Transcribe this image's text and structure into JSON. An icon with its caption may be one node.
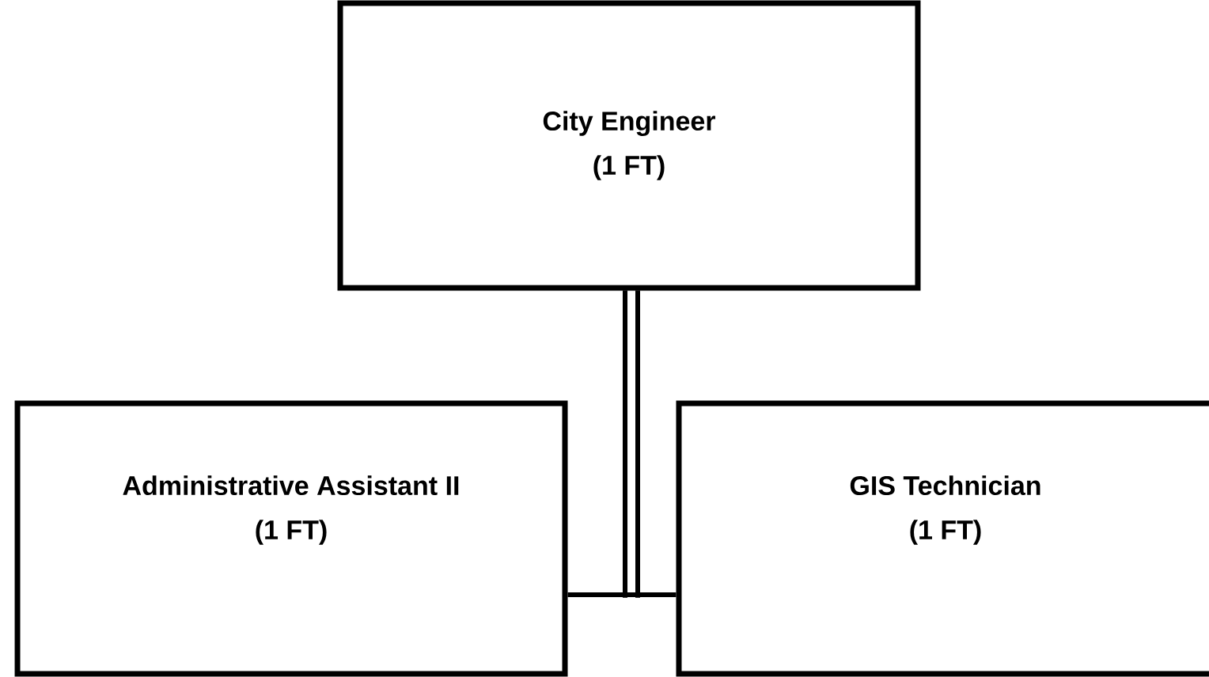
{
  "diagram": {
    "nodes": [
      {
        "text": [
          "City Engineer",
          "(1 FT)"
        ]
      },
      {
        "text": [
          "Administrative Assistant II",
          "(1 FT)"
        ]
      },
      {
        "text": [
          "GIS Technician",
          "(1 FT)"
        ]
      }
    ],
    "edges": [
      {
        "from": 0,
        "to": 1,
        "arrow": "none"
      },
      {
        "from": 0,
        "to": 2,
        "arrow": "none"
      }
    ]
  }
}
